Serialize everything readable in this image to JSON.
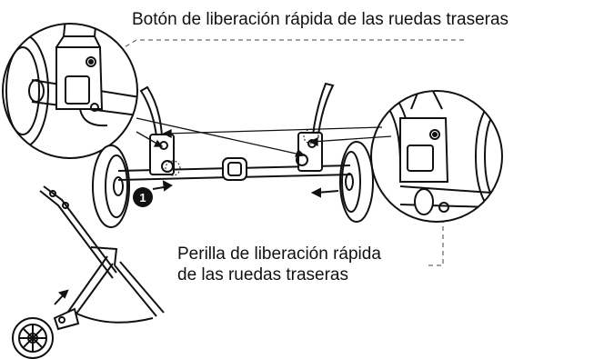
{
  "labels": {
    "rear_quick_release_button": "Botón de liberación rápida de las ruedas traseras",
    "rear_quick_release_knob_line1": "Perilla de liberación rápida",
    "rear_quick_release_knob_line2": "de las ruedas traseras"
  },
  "step_badge": "1",
  "colors": {
    "ink": "#111111",
    "background": "#ffffff"
  }
}
